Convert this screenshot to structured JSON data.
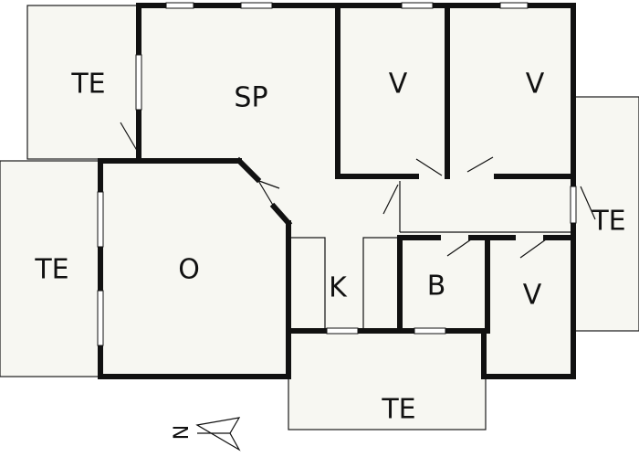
{
  "floorplan": {
    "rooms": {
      "te_top_left": "TE",
      "sp": "SP",
      "v_top_middle": "V",
      "v_top_right": "V",
      "te_left": "TE",
      "o": "O",
      "k": "K",
      "b": "B",
      "v_bottom_right": "V",
      "te_right": "TE",
      "te_bottom": "TE"
    },
    "compass": {
      "label": "N"
    }
  }
}
